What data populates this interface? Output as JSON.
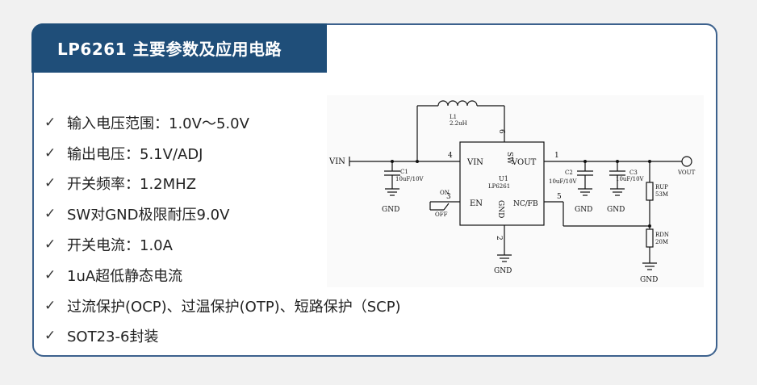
{
  "title": "LP6261 主要参数及应用电路",
  "features": [
    "输入电压范围：1.0V～5.0V",
    "输出电压：5.1V/ADJ",
    "开关频率：1.2MHZ",
    "SW对GND极限耐压9.0V",
    "开关电流：1.0A",
    "1uA超低静态电流",
    "过流保护(OCP)、过温保护(OTP)、短路保护（SCP)",
    "SOT23-6封装"
  ],
  "check_icon": "✓",
  "circuit": {
    "vin": "VIN",
    "vout": "VOUT",
    "l1_ref": "L1",
    "l1_value": "2.2uH",
    "c1_ref": "C1",
    "c1_value": "10uF/10V",
    "c2_ref": "C2",
    "c2_value": "10uF/10V",
    "c3_ref": "C3",
    "c3_value": "10uF/10V",
    "u1_ref": "U1",
    "u1_part": "LP6261",
    "pin_vin": "VIN",
    "pin_sw": "SW",
    "pin_vout": "VOUT",
    "pin_en": "EN",
    "pin_gnd": "GND",
    "pin_ncfb": "NC/FB",
    "pin1": "1",
    "pin2": "2",
    "pin3": "3",
    "pin4": "4",
    "pin5": "5",
    "pin6": "6",
    "on": "ON",
    "off": "OFF",
    "rup_ref": "RUP",
    "rup_value": "53M",
    "rdn_ref": "RDN",
    "rdn_value": "20M",
    "gnd": "GND"
  }
}
